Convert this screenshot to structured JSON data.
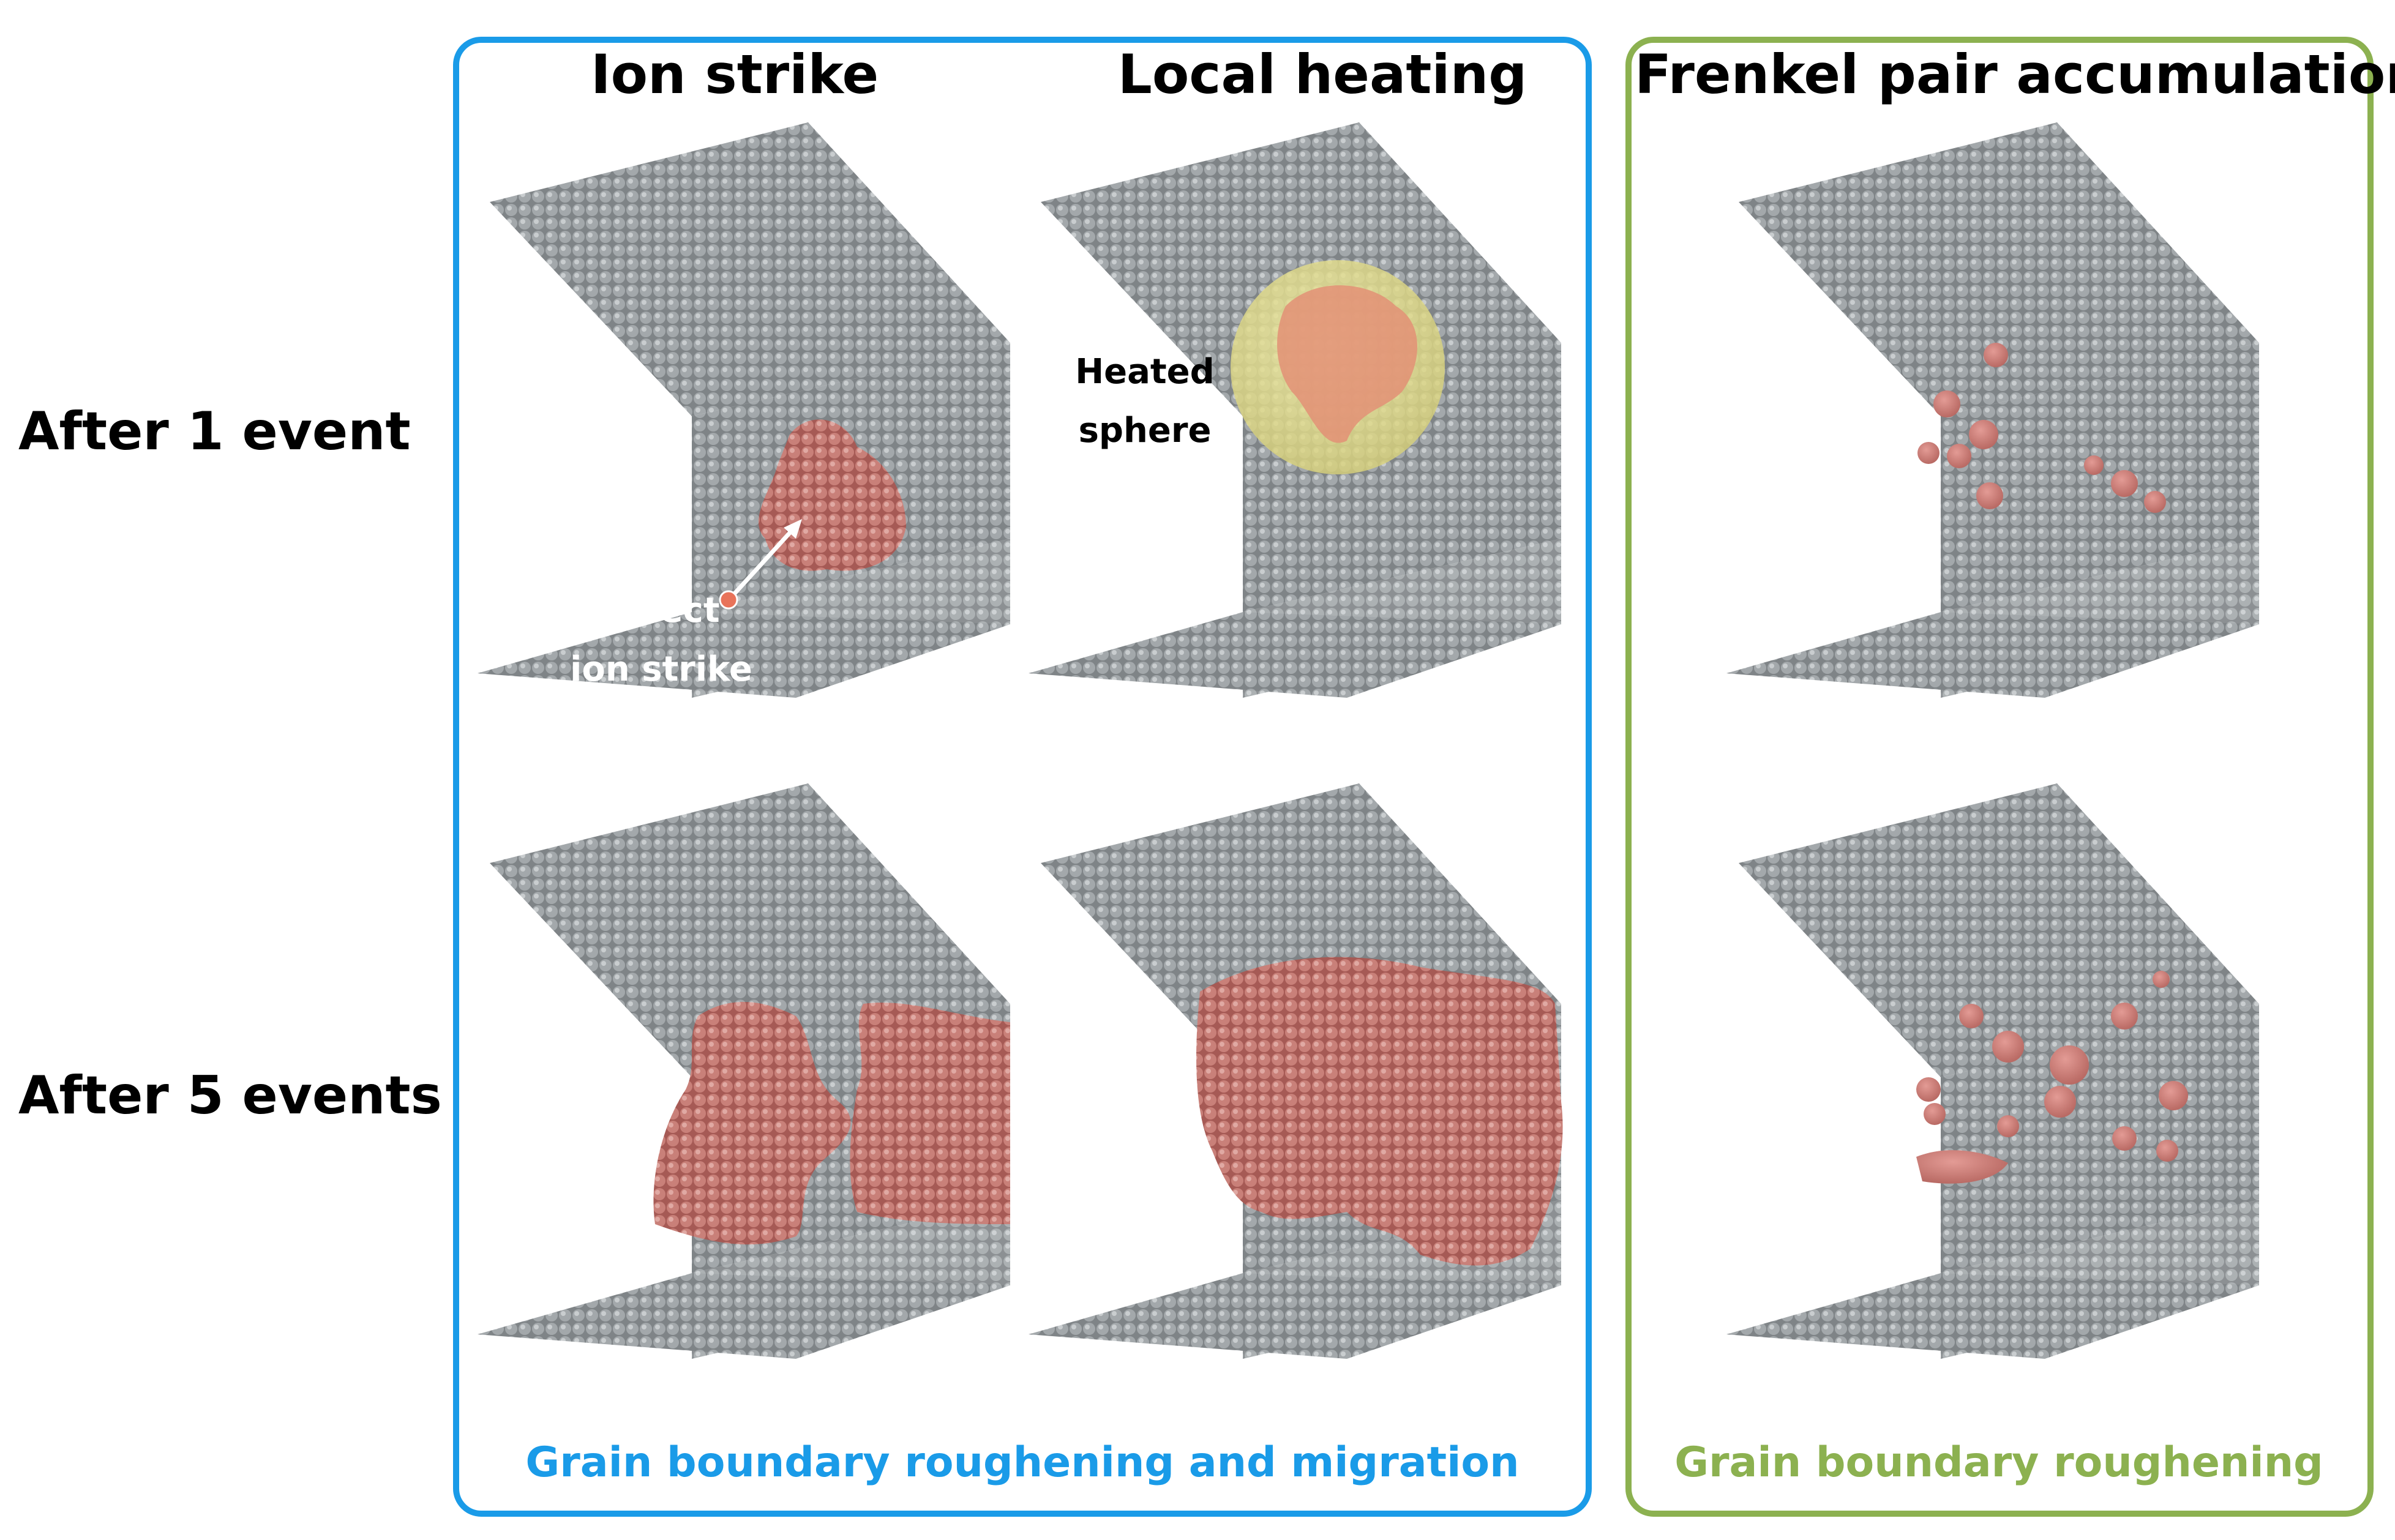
{
  "row_labels": [
    "After 1 event",
    "After 5 events"
  ],
  "groups": [
    {
      "columns": [
        "Ion strike",
        "Local heating"
      ],
      "caption": "Grain boundary roughening and migration",
      "color": "#1a9be8"
    },
    {
      "columns": [
        "Frenkel pair accumulation"
      ],
      "caption": "Grain boundary roughening",
      "color": "#8cb150"
    }
  ],
  "annotations": {
    "ion_strike": [
      "Direct",
      "ion strike"
    ],
    "heated_sphere": [
      "Heated",
      "sphere"
    ]
  },
  "colors": {
    "atom_gray": "#8e9396",
    "defect_red": "#c47872",
    "heated_sphere": "#e8e4a0",
    "ion_orange": "#e8735a"
  }
}
